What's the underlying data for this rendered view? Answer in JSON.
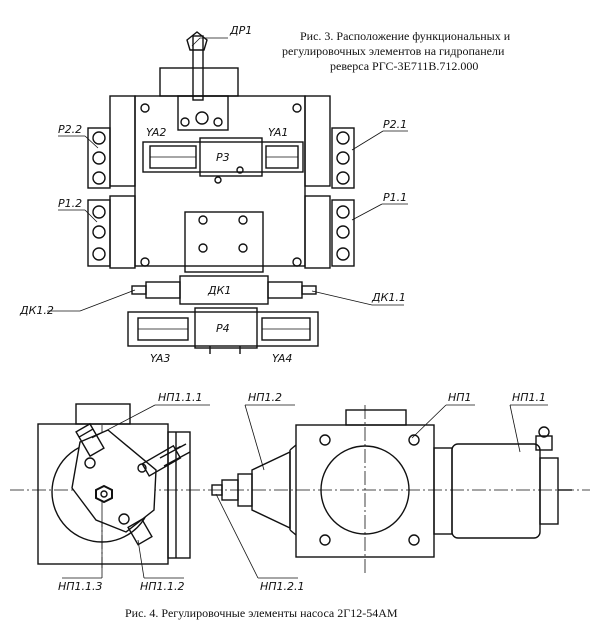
{
  "figure3": {
    "caption_line1": "Рис. 3. Расположение функциональных и",
    "caption_line2": "регулировочных элементов на гидропанели",
    "caption_line3": "реверса РГС-3Е711В.712.000",
    "labels": {
      "dr1": "ДР1",
      "p22": "Р2.2",
      "p21": "Р2.1",
      "p12": "Р1.2",
      "p11": "Р1.1",
      "ya2": "YA2",
      "ya1": "YA1",
      "p3": "Р3",
      "dk1": "ДК1",
      "dk12": "ДК1.2",
      "dk11": "ДК1.1",
      "p4": "Р4",
      "ya3": "YA3",
      "ya4": "YA4"
    }
  },
  "figure4": {
    "caption": "Рис. 4. Регулировочные элементы насоса 2Г12-54АМ",
    "labels": {
      "np111": "НП1.1.1",
      "np12": "НП1.2",
      "np1": "НП1",
      "np11": "НП1.1",
      "np113": "НП1.1.3",
      "np112": "НП1.1.2",
      "np121": "НП1.2.1"
    }
  }
}
